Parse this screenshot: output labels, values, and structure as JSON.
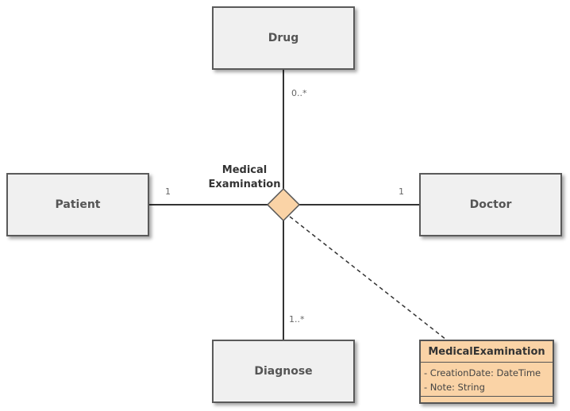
{
  "entities": {
    "drug": "Drug",
    "patient": "Patient",
    "doctor": "Doctor",
    "diagnose": "Diagnose"
  },
  "multiplicities": {
    "drug": "0..*",
    "patient": "1",
    "doctor": "1",
    "diagnose": "1..*"
  },
  "association": {
    "label_line1": "Medical",
    "label_line2": "Examination"
  },
  "association_class": {
    "name": "MedicalExamination",
    "attributes": [
      "- CreationDate: DateTime",
      "- Note: String"
    ]
  },
  "colors": {
    "entity_fill": "#f0f0f0",
    "entity_border": "#5a5a5a",
    "diamond_fill": "#fad3a6",
    "class_fill": "#fad3a6",
    "line": "#333333"
  }
}
